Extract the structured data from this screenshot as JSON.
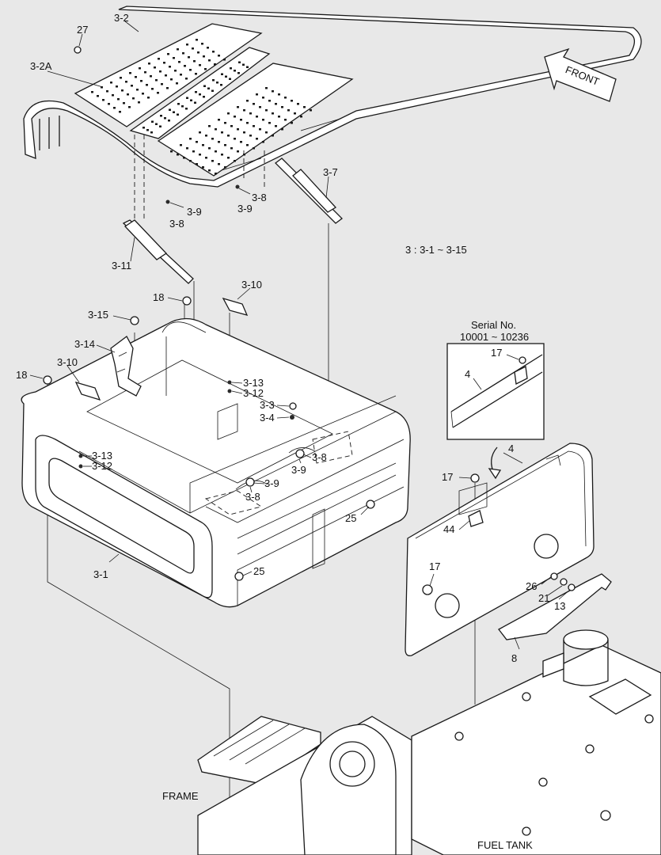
{
  "diagram": {
    "background": "#e8e8e8",
    "line_color": "#1a1a1a",
    "part_labels": [
      {
        "id": "l-3-2",
        "text": "3-2"
      },
      {
        "id": "l-27",
        "text": "27"
      },
      {
        "id": "l-3-2a",
        "text": "3-2A"
      },
      {
        "id": "l-3-7",
        "text": "3-7"
      },
      {
        "id": "l-3-8a",
        "text": "3-8"
      },
      {
        "id": "l-3-9a",
        "text": "3-9"
      },
      {
        "id": "l-3-9b",
        "text": "3-9"
      },
      {
        "id": "l-3-8b",
        "text": "3-8"
      },
      {
        "id": "l-3-11",
        "text": "3-11"
      },
      {
        "id": "l-3-10a",
        "text": "3-10"
      },
      {
        "id": "l-18a",
        "text": "18"
      },
      {
        "id": "l-3-15",
        "text": "3-15"
      },
      {
        "id": "l-3-14",
        "text": "3-14"
      },
      {
        "id": "l-3-10b",
        "text": "3-10"
      },
      {
        "id": "l-18b",
        "text": "18"
      },
      {
        "id": "l-3-13a",
        "text": "3-13"
      },
      {
        "id": "l-3-12a",
        "text": "3-12"
      },
      {
        "id": "l-3-3",
        "text": "3-3"
      },
      {
        "id": "l-3-4",
        "text": "3-4"
      },
      {
        "id": "l-3-8c",
        "text": "3-8"
      },
      {
        "id": "l-3-9c",
        "text": "3-9"
      },
      {
        "id": "l-3-9d",
        "text": "3-9"
      },
      {
        "id": "l-3-8d",
        "text": "3-8"
      },
      {
        "id": "l-3-13b",
        "text": "3-13"
      },
      {
        "id": "l-3-12b",
        "text": "3-12"
      },
      {
        "id": "l-25a",
        "text": "25"
      },
      {
        "id": "l-25b",
        "text": "25"
      },
      {
        "id": "l-3-1",
        "text": "3-1"
      },
      {
        "id": "l-17a",
        "text": "17"
      },
      {
        "id": "l-4a",
        "text": "4"
      },
      {
        "id": "l-4b",
        "text": "4"
      },
      {
        "id": "l-17b",
        "text": "17"
      },
      {
        "id": "l-44",
        "text": "44"
      },
      {
        "id": "l-17c",
        "text": "17"
      },
      {
        "id": "l-26",
        "text": "26"
      },
      {
        "id": "l-21",
        "text": "21"
      },
      {
        "id": "l-13",
        "text": "13"
      },
      {
        "id": "l-8",
        "text": "8"
      }
    ],
    "note": "3 : 3-1 ~ 3-15",
    "serial_title": "Serial No.",
    "serial_range": "10001 ~ 10236",
    "front_label": "FRONT",
    "frame_label": "FRAME",
    "fuel_tank_label": "FUEL TANK"
  }
}
